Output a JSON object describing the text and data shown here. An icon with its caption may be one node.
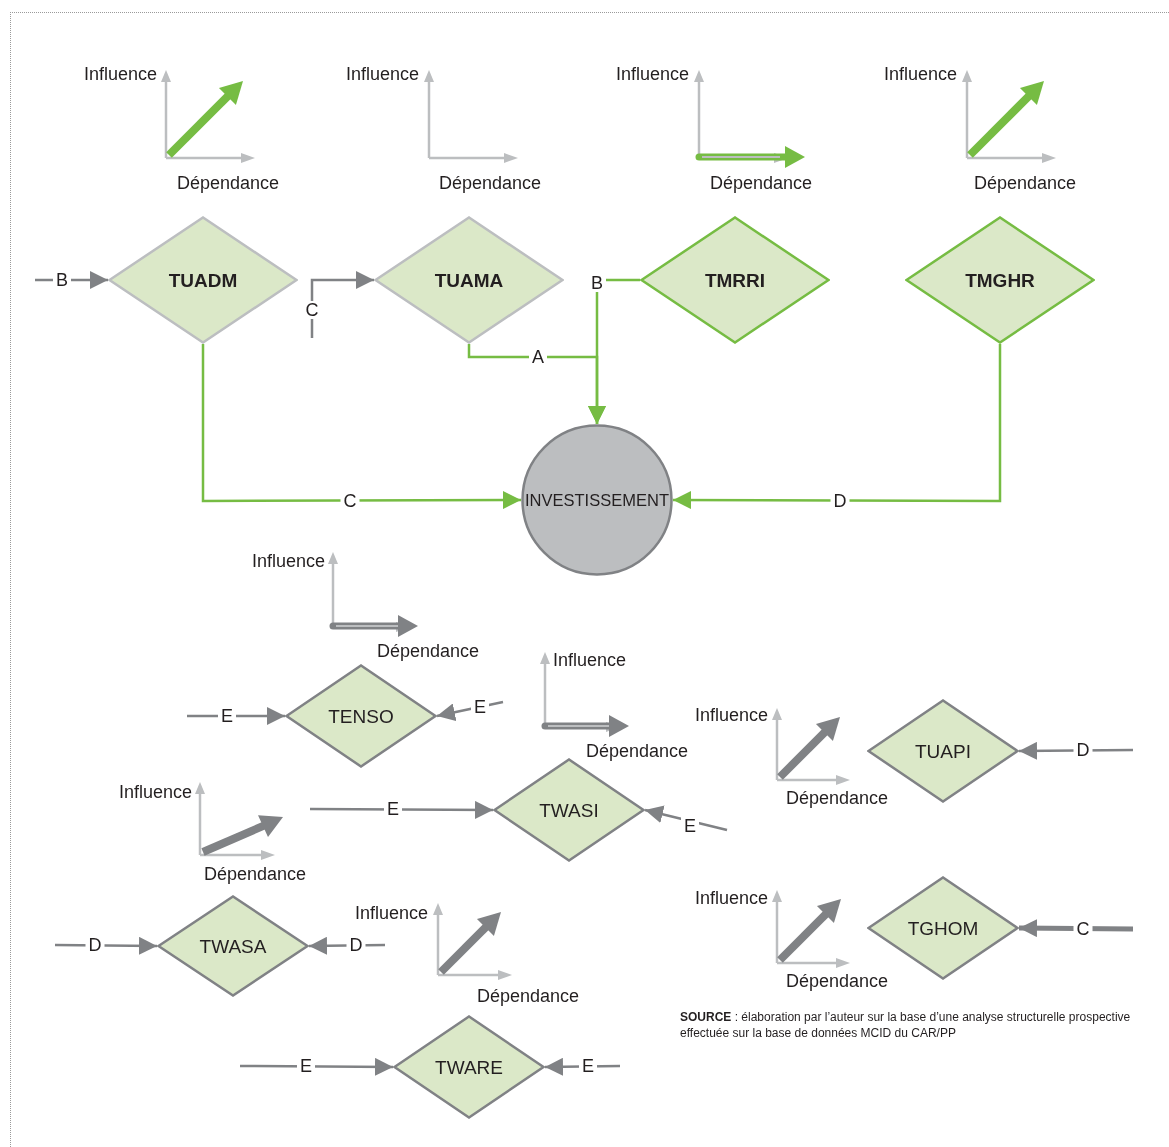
{
  "diagram": {
    "nodes": [
      {
        "text": [
          "TUADM"
        ]
      },
      {
        "text": [
          "TUAMA"
        ]
      },
      {
        "text": [
          "TMRRI"
        ]
      },
      {
        "text": [
          "TMGHR"
        ]
      },
      {
        "text": [
          "INVESTISSEMENT"
        ]
      },
      {
        "text": [
          "TENSO"
        ]
      },
      {
        "text": [
          "TWASI"
        ]
      },
      {
        "text": [
          "TUAPI"
        ]
      },
      {
        "text": [
          "TWASA"
        ]
      },
      {
        "text": [
          "TGHOM"
        ]
      },
      {
        "text": [
          "TWARE"
        ]
      }
    ],
    "edges": [
      {
        "from": null,
        "to": 0,
        "arrow": "to",
        "label": "B"
      },
      {
        "from": null,
        "to": 1,
        "arrow": "to",
        "label": "C"
      },
      {
        "from": 1,
        "to": 4,
        "arrow": "to",
        "label": "A",
        "color": "#76bc43"
      },
      {
        "from": 2,
        "to": 4,
        "arrow": "to",
        "label": "B",
        "color": "#76bc43"
      },
      {
        "from": 0,
        "to": 4,
        "arrow": "to",
        "label": "C",
        "color": "#76bc43"
      },
      {
        "from": 3,
        "to": 4,
        "arrow": "to",
        "label": "D",
        "color": "#76bc43"
      },
      {
        "from": null,
        "to": 5,
        "arrow": "to",
        "label": "E"
      },
      {
        "from": null,
        "to": 5,
        "arrow": "to",
        "label": "E"
      },
      {
        "from": null,
        "to": 6,
        "arrow": "to",
        "label": "E"
      },
      {
        "from": null,
        "to": 6,
        "arrow": "to",
        "label": "E"
      },
      {
        "from": null,
        "to": 7,
        "arrow": "to",
        "label": "D"
      },
      {
        "from": null,
        "to": 8,
        "arrow": "to",
        "label": "D"
      },
      {
        "from": null,
        "to": 8,
        "arrow": "to",
        "label": "D"
      },
      {
        "from": null,
        "to": 9,
        "arrow": "to",
        "label": "C",
        "style": "thick"
      },
      {
        "from": null,
        "to": 10,
        "arrow": "to",
        "label": "E"
      },
      {
        "from": null,
        "to": 10,
        "arrow": "to",
        "label": "E"
      }
    ],
    "labels": [
      "Influence",
      "Dépendance",
      "Influence",
      "Dépendance",
      "Influence",
      "Dépendance",
      "Influence",
      "Dépendance",
      "Influence",
      "Dépendance",
      "Influence",
      "Dépendance",
      "Influence",
      "Dépendance",
      "Influence",
      "Dépendance",
      "Influence",
      "Dépendance",
      "Influence",
      "Dépendance",
      "**SOURCE** : élaboration par l’auteur sur la base d’une analyse structurelle prospective effectuée sur la base de données MCID du CAR/PP"
    ]
  }
}
